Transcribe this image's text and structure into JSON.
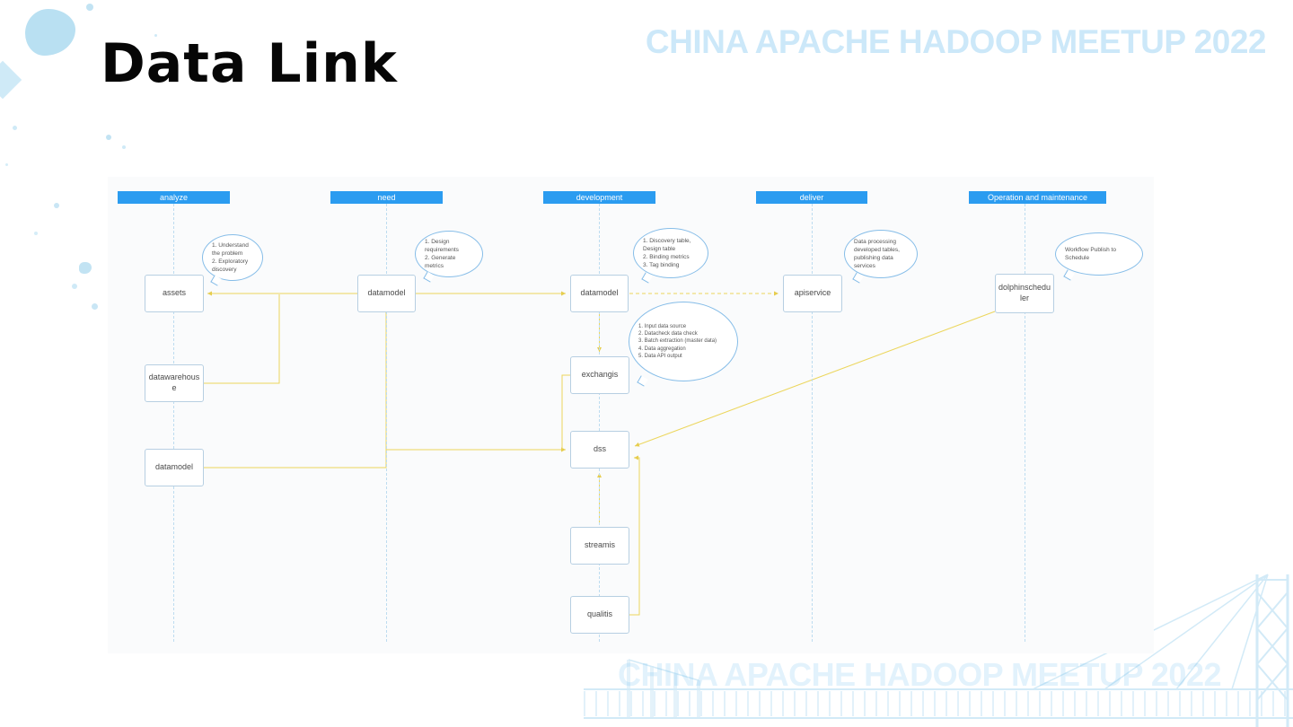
{
  "slide": {
    "title": "Data Link",
    "watermark": "CHINA APACHE HADOOP MEETUP 2022"
  },
  "colors": {
    "accent_blue": "#2b9cf0",
    "arrow_yellow": "#ecd65c",
    "box_border": "#b7cfe2",
    "callout_border": "#86bde8"
  },
  "lanes": [
    {
      "label": "analyze"
    },
    {
      "label": "need"
    },
    {
      "label": "development"
    },
    {
      "label": "deliver"
    },
    {
      "label": "Operation and maintenance"
    }
  ],
  "nodes": [
    {
      "id": "assets",
      "lane": "analyze",
      "label": "assets"
    },
    {
      "id": "datawarehouse",
      "lane": "analyze",
      "label": "datawarehouse"
    },
    {
      "id": "datamodel-analyze",
      "lane": "analyze",
      "label": "datamodel"
    },
    {
      "id": "datamodel-need",
      "lane": "need",
      "label": "datamodel"
    },
    {
      "id": "datamodel-dev",
      "lane": "development",
      "label": "datamodel"
    },
    {
      "id": "exchangis",
      "lane": "development",
      "label": "exchangis"
    },
    {
      "id": "dss",
      "lane": "development",
      "label": "dss"
    },
    {
      "id": "streamis",
      "lane": "development",
      "label": "streamis"
    },
    {
      "id": "qualitis",
      "lane": "development",
      "label": "qualitis"
    },
    {
      "id": "apiservice",
      "lane": "deliver",
      "label": "apiservice"
    },
    {
      "id": "dolphinscheduler",
      "lane": "Operation and maintenance",
      "label": "dolphinscheduler"
    }
  ],
  "callouts": [
    {
      "target": "assets",
      "text": "1. Understand the problem\n2. Exploratory discovery"
    },
    {
      "target": "datamodel-need",
      "text": "1. Design requirements\n2. Generate metrics"
    },
    {
      "target": "datamodel-dev",
      "text": "1. Discovery table, Design table\n2. Binding metrics\n3. Tag binding"
    },
    {
      "target": "exchangis",
      "text": "1. Input data source\n2. Datacheck data check\n3. Batch extraction (master data)\n4. Data aggregation\n5. Data API output"
    },
    {
      "target": "apiservice",
      "text": "Data processing developed tables, publishing data services"
    },
    {
      "target": "dolphinscheduler",
      "text": "Workflow Publish to Schedule"
    }
  ],
  "edges": [
    {
      "from": "datamodel-need",
      "to": "assets",
      "style": "solid"
    },
    {
      "from": "datawarehouse",
      "to": "assets",
      "style": "solid"
    },
    {
      "from": "datamodel-need",
      "to": "datamodel-dev",
      "style": "solid"
    },
    {
      "from": "datamodel-dev",
      "to": "apiservice",
      "style": "dashed"
    },
    {
      "from": "datamodel-dev",
      "to": "exchangis",
      "style": "solid"
    },
    {
      "from": "datamodel-analyze",
      "to": "dss",
      "style": "solid"
    },
    {
      "from": "datamodel-need",
      "to": "dss",
      "style": "solid"
    },
    {
      "from": "exchangis",
      "to": "dss",
      "style": "solid"
    },
    {
      "from": "streamis",
      "to": "dss",
      "style": "solid"
    },
    {
      "from": "qualitis",
      "to": "dss",
      "style": "solid"
    },
    {
      "from": "dolphinscheduler",
      "to": "dss",
      "style": "solid"
    }
  ]
}
